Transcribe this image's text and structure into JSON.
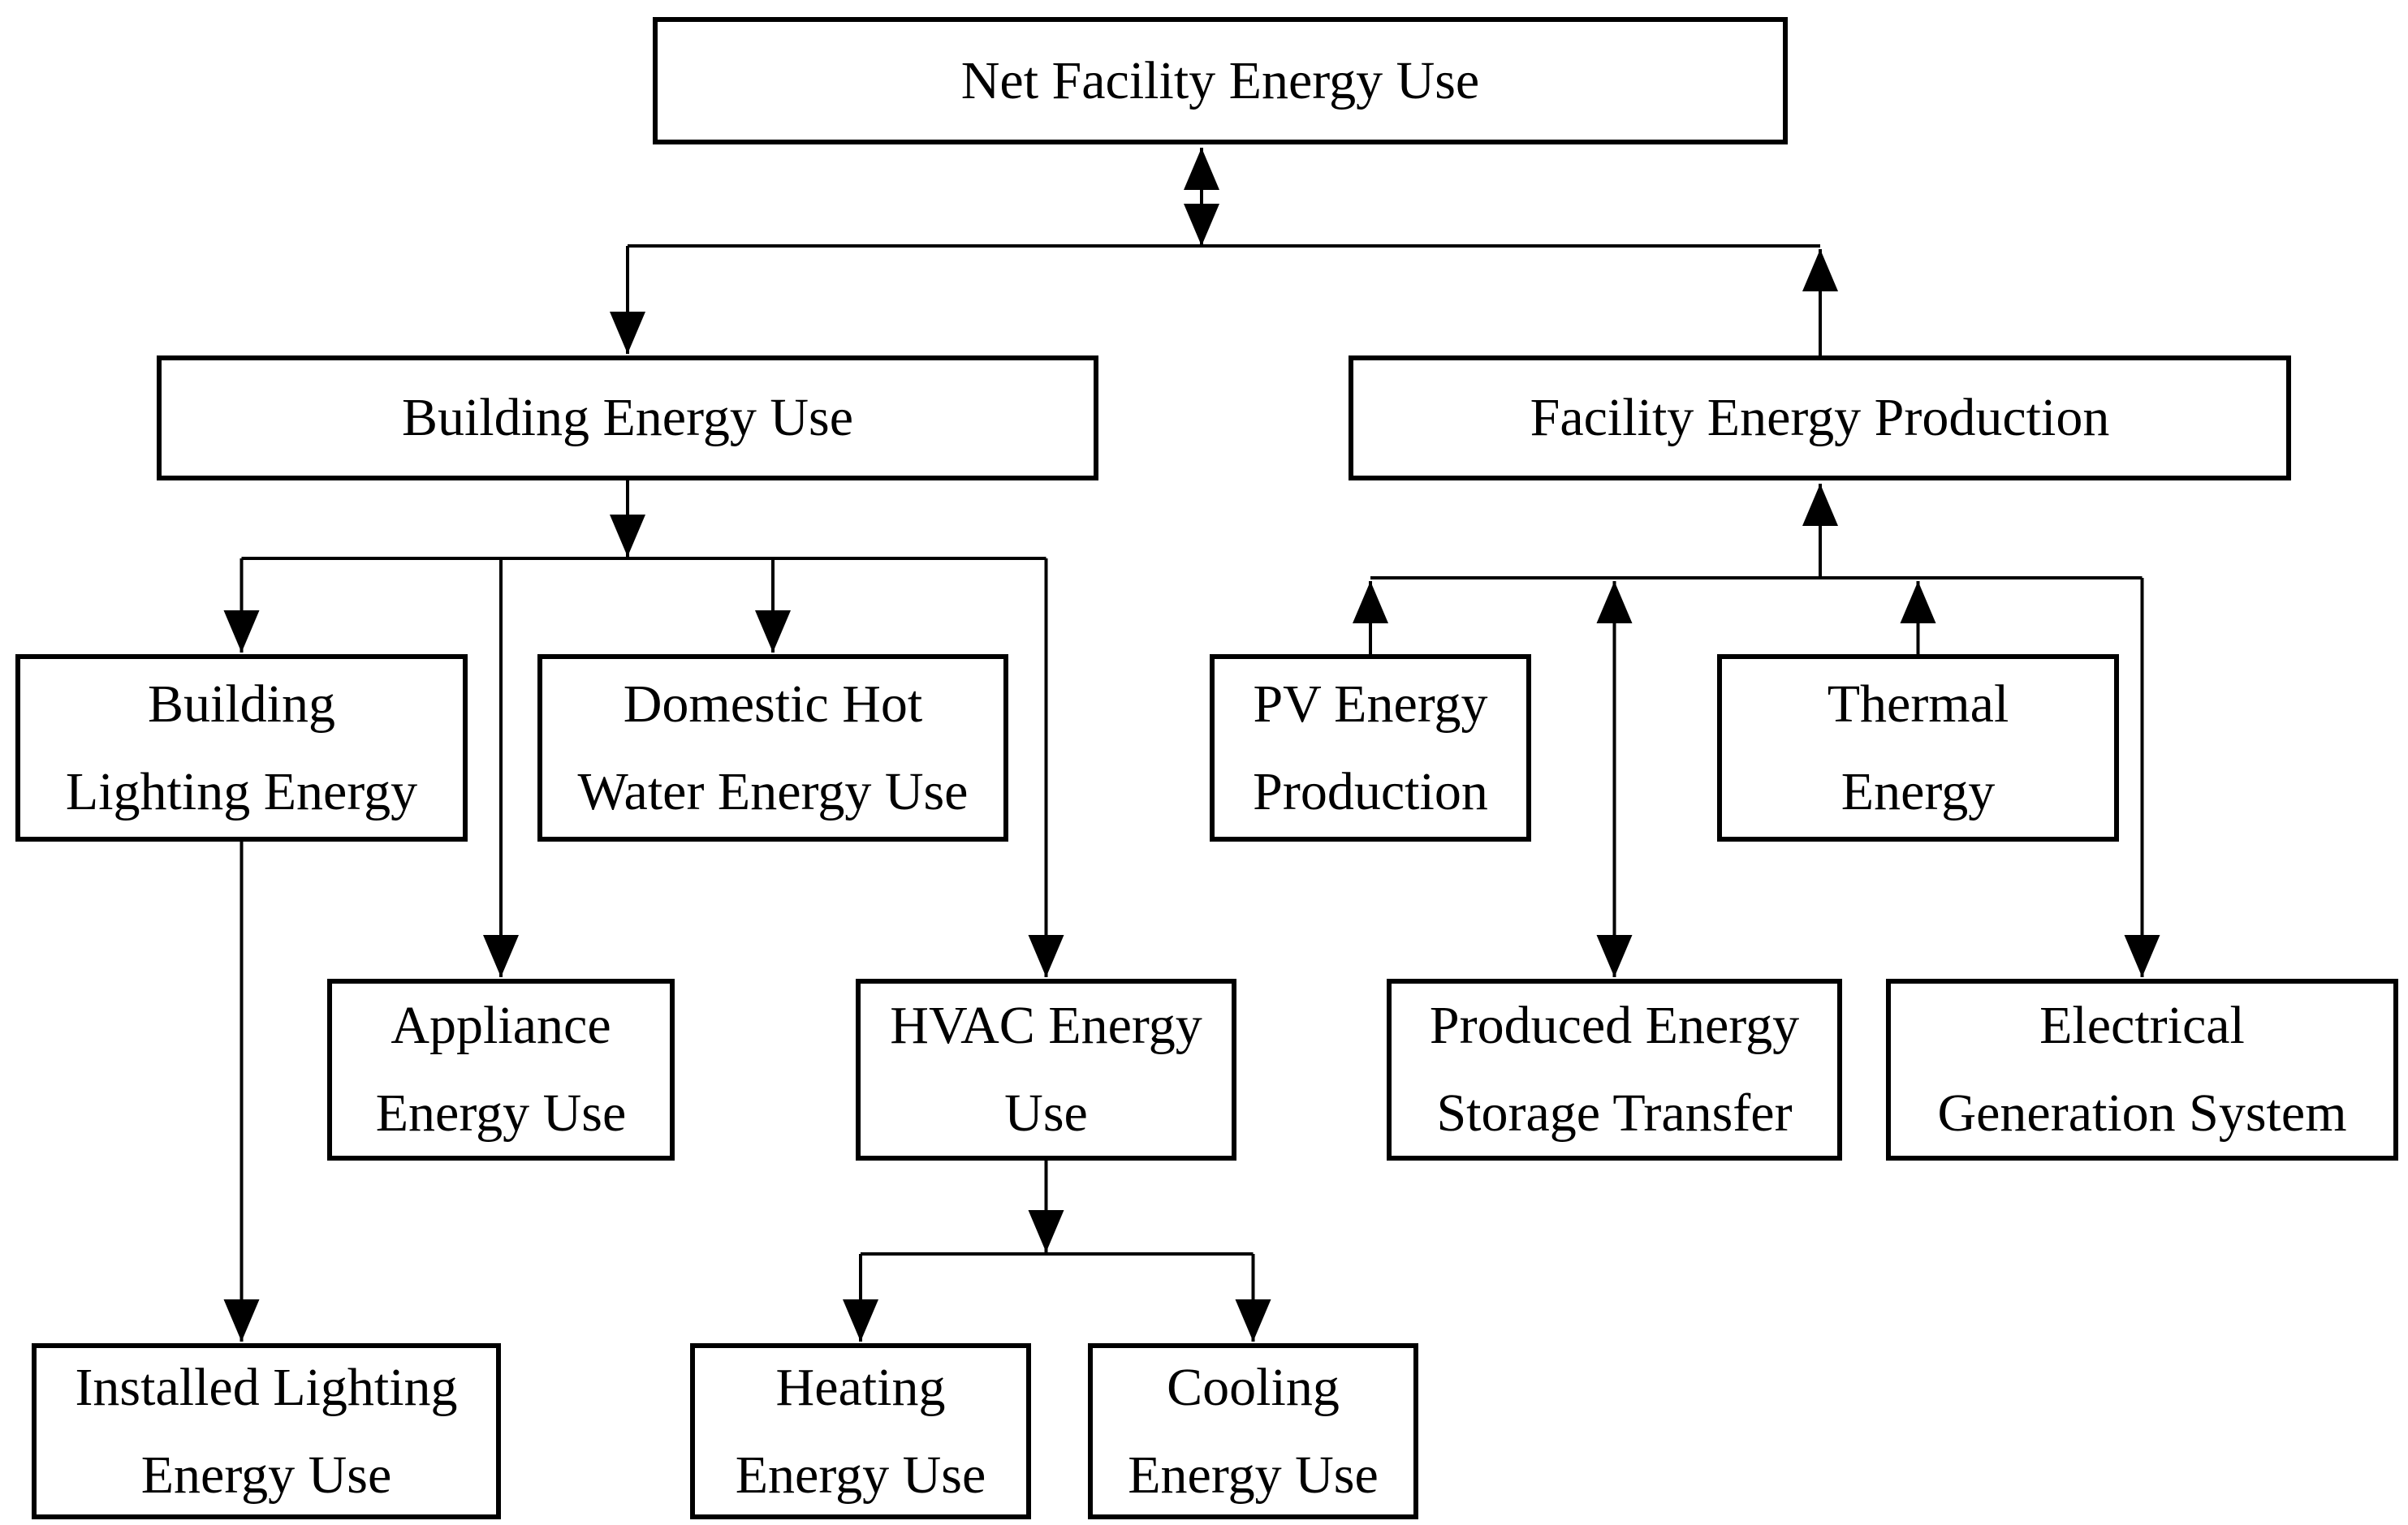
{
  "diagram": {
    "background": "#ffffff",
    "line_color": "#000000",
    "text_color": "#000000",
    "nodes": {
      "net": {
        "label": "Net Facility Energy Use"
      },
      "building_use": {
        "label": "Building Energy Use"
      },
      "facility_production": {
        "label": "Facility Energy Production"
      },
      "building_lighting": {
        "line1": "Building",
        "line2": "Lighting Energy"
      },
      "domestic_hot_water": {
        "line1": "Domestic Hot",
        "line2": "Water Energy Use"
      },
      "pv": {
        "line1": "PV Energy",
        "line2": "Production"
      },
      "thermal": {
        "line1": "Thermal",
        "line2": "Energy"
      },
      "appliance": {
        "line1": "Appliance",
        "line2": "Energy Use"
      },
      "hvac": {
        "line1": "HVAC Energy",
        "line2": "Use"
      },
      "produced_storage": {
        "line1": "Produced Energy",
        "line2": "Storage Transfer"
      },
      "electrical_generation": {
        "line1": "Electrical",
        "line2": "Generation System"
      },
      "installed_lighting": {
        "line1": "Installed Lighting",
        "line2": "Energy Use"
      },
      "heating": {
        "line1": "Heating",
        "line2": "Energy Use"
      },
      "cooling": {
        "line1": "Cooling",
        "line2": "Energy Use"
      }
    },
    "edges": [
      {
        "from": "net",
        "to": "building_use",
        "arrow": "bidirectional"
      },
      {
        "from": "facility_production",
        "to": "net",
        "arrow": "up"
      },
      {
        "from": "building_use",
        "to": "building_lighting",
        "arrow": "down"
      },
      {
        "from": "building_use",
        "to": "appliance",
        "arrow": "down"
      },
      {
        "from": "building_use",
        "to": "domestic_hot_water",
        "arrow": "down"
      },
      {
        "from": "building_use",
        "to": "hvac",
        "arrow": "down"
      },
      {
        "from": "building_lighting",
        "to": "installed_lighting",
        "arrow": "down"
      },
      {
        "from": "hvac",
        "to": "heating",
        "arrow": "down"
      },
      {
        "from": "hvac",
        "to": "cooling",
        "arrow": "down"
      },
      {
        "from": "pv",
        "to": "facility_production",
        "arrow": "up"
      },
      {
        "from": "thermal",
        "to": "facility_production",
        "arrow": "up"
      },
      {
        "from": "produced_storage",
        "to": "facility_production",
        "arrow": "bidirectional"
      },
      {
        "from": "facility_production",
        "to": "electrical_generation",
        "arrow": "down"
      }
    ]
  }
}
